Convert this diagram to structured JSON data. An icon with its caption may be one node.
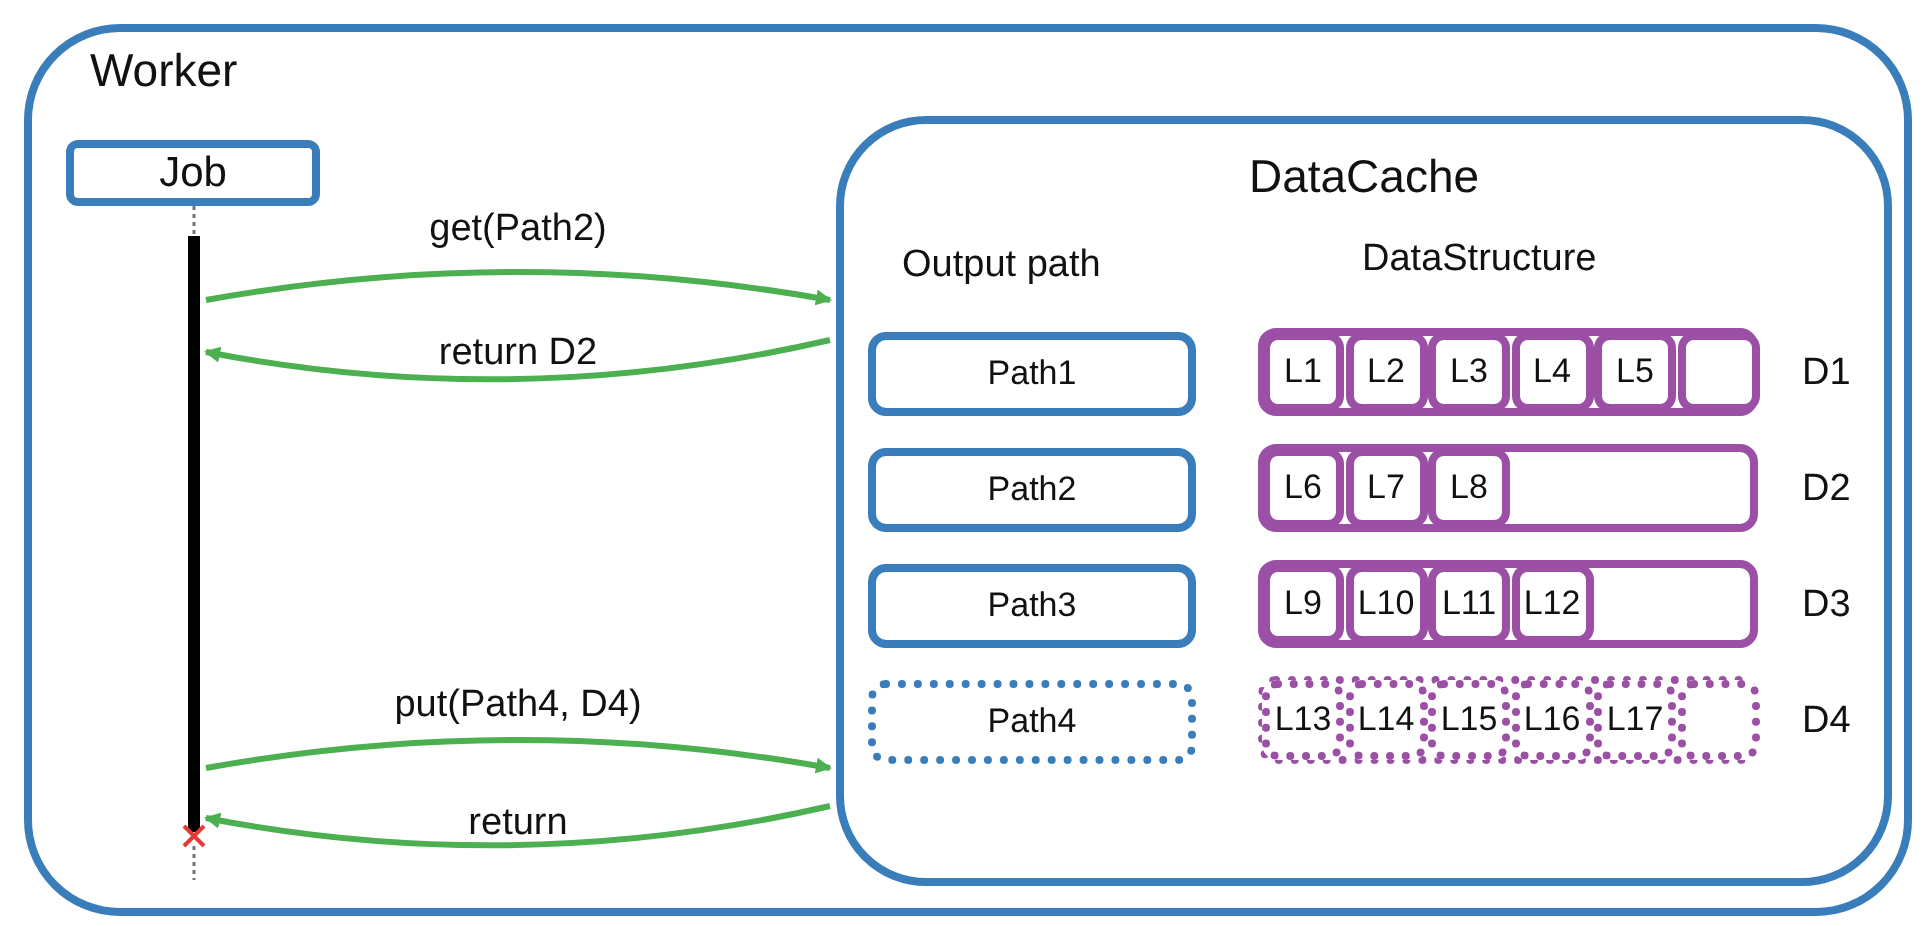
{
  "diagram": {
    "nodes": [
      {
        "text": [
          "Worker"
        ]
      },
      {
        "text": [
          "Job"
        ],
        "in": 0
      },
      {
        "text": [],
        "shape": "bar",
        "in": 0
      },
      {
        "text": [
          "DataCache"
        ],
        "in": 0
      },
      {
        "text": [
          "Path1"
        ],
        "in": 3
      },
      {
        "text": [
          "Path2"
        ],
        "in": 3
      },
      {
        "text": [
          "Path3"
        ],
        "in": 3
      },
      {
        "text": [
          "Path4"
        ],
        "in": 3
      },
      {
        "text": [
          "D1"
        ],
        "in": 3
      },
      {
        "text": [
          "L1"
        ],
        "in": 8
      },
      {
        "text": [
          "L2"
        ],
        "in": 8
      },
      {
        "text": [
          "L3"
        ],
        "in": 8
      },
      {
        "text": [
          "L4"
        ],
        "in": 8
      },
      {
        "text": [
          "L5"
        ],
        "in": 8
      },
      {
        "text": [],
        "shape": "box",
        "in": 8
      },
      {
        "text": [
          "D2"
        ],
        "in": 3
      },
      {
        "text": [
          "L6"
        ],
        "in": 15
      },
      {
        "text": [
          "L7"
        ],
        "in": 15
      },
      {
        "text": [
          "L8"
        ],
        "in": 15
      },
      {
        "text": [
          "D3"
        ],
        "in": 3
      },
      {
        "text": [
          "L9"
        ],
        "in": 19
      },
      {
        "text": [
          "L10"
        ],
        "in": 19
      },
      {
        "text": [
          "L11"
        ],
        "in": 19
      },
      {
        "text": [
          "L12"
        ],
        "in": 19
      },
      {
        "text": [
          "D4"
        ],
        "in": 3
      },
      {
        "text": [
          "L13"
        ],
        "in": 24
      },
      {
        "text": [
          "L14"
        ],
        "in": 24
      },
      {
        "text": [
          "L15"
        ],
        "in": 24
      },
      {
        "text": [
          "L16"
        ],
        "in": 24
      },
      {
        "text": [
          "L17"
        ],
        "in": 24
      },
      {
        "text": [],
        "shape": "box",
        "in": 24
      }
    ],
    "edges": [
      {
        "from": 2,
        "to": 3,
        "arrow": "to",
        "label": "get(Path2)"
      },
      {
        "from": 3,
        "to": 2,
        "arrow": "to",
        "label": "return D2"
      },
      {
        "from": 2,
        "to": 3,
        "arrow": "to",
        "label": "put(Path4, D4)"
      },
      {
        "from": 3,
        "to": 2,
        "arrow": "to",
        "label": "return"
      },
      {
        "from": 1,
        "to": 2,
        "arrow": "none",
        "style": "dashed",
        "color": "#777777"
      }
    ],
    "labels": [
      "Output path",
      "DataStructure"
    ]
  }
}
